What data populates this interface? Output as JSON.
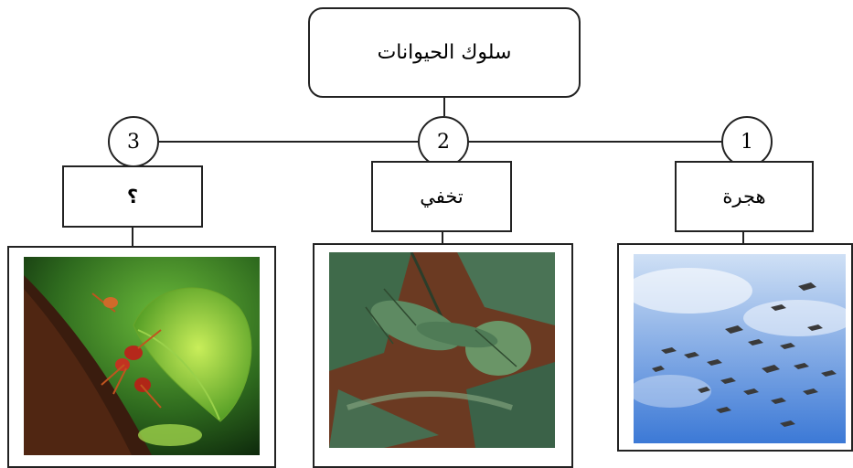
{
  "root": {
    "title": "سلوك الحيوانات"
  },
  "branches": [
    {
      "number": "1",
      "label": "هجرة",
      "image": "birds-migrating-sky"
    },
    {
      "number": "2",
      "label": "تخفي",
      "image": "camouflaged-leaf-insect"
    },
    {
      "number": "3",
      "label": "؟",
      "image": "leafcutter-ants-carrying-leaf"
    }
  ]
}
